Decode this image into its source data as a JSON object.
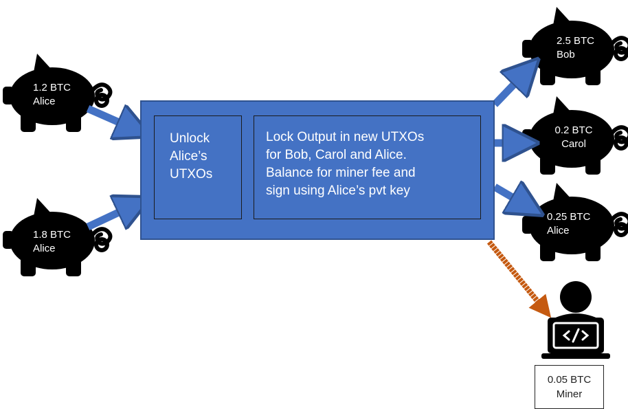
{
  "colors": {
    "box_fill": "#4472C4",
    "box_border": "#2F528F",
    "arrow_blue": "#4472C4",
    "arrow_orange": "#C55A11",
    "pig": "#000000"
  },
  "inputs": [
    {
      "amount": "1.2 BTC",
      "owner": "Alice"
    },
    {
      "amount": "1.8 BTC",
      "owner": "Alice"
    }
  ],
  "process": {
    "unlock_text": [
      "Unlock",
      "Alice’s",
      "UTXOs"
    ],
    "lock_text": [
      "Lock Output in new UTXOs",
      "for Bob, Carol and Alice.",
      "Balance for miner fee and",
      "sign using Alice’s pvt key"
    ]
  },
  "outputs": [
    {
      "amount": "2.5 BTC",
      "owner": "Bob"
    },
    {
      "amount": "0.2 BTC",
      "owner": "Carol"
    },
    {
      "amount": "0.25 BTC",
      "owner": "Alice"
    }
  ],
  "miner": {
    "amount": "0.05 BTC",
    "owner": "Miner",
    "icon": "developer-laptop-icon"
  }
}
